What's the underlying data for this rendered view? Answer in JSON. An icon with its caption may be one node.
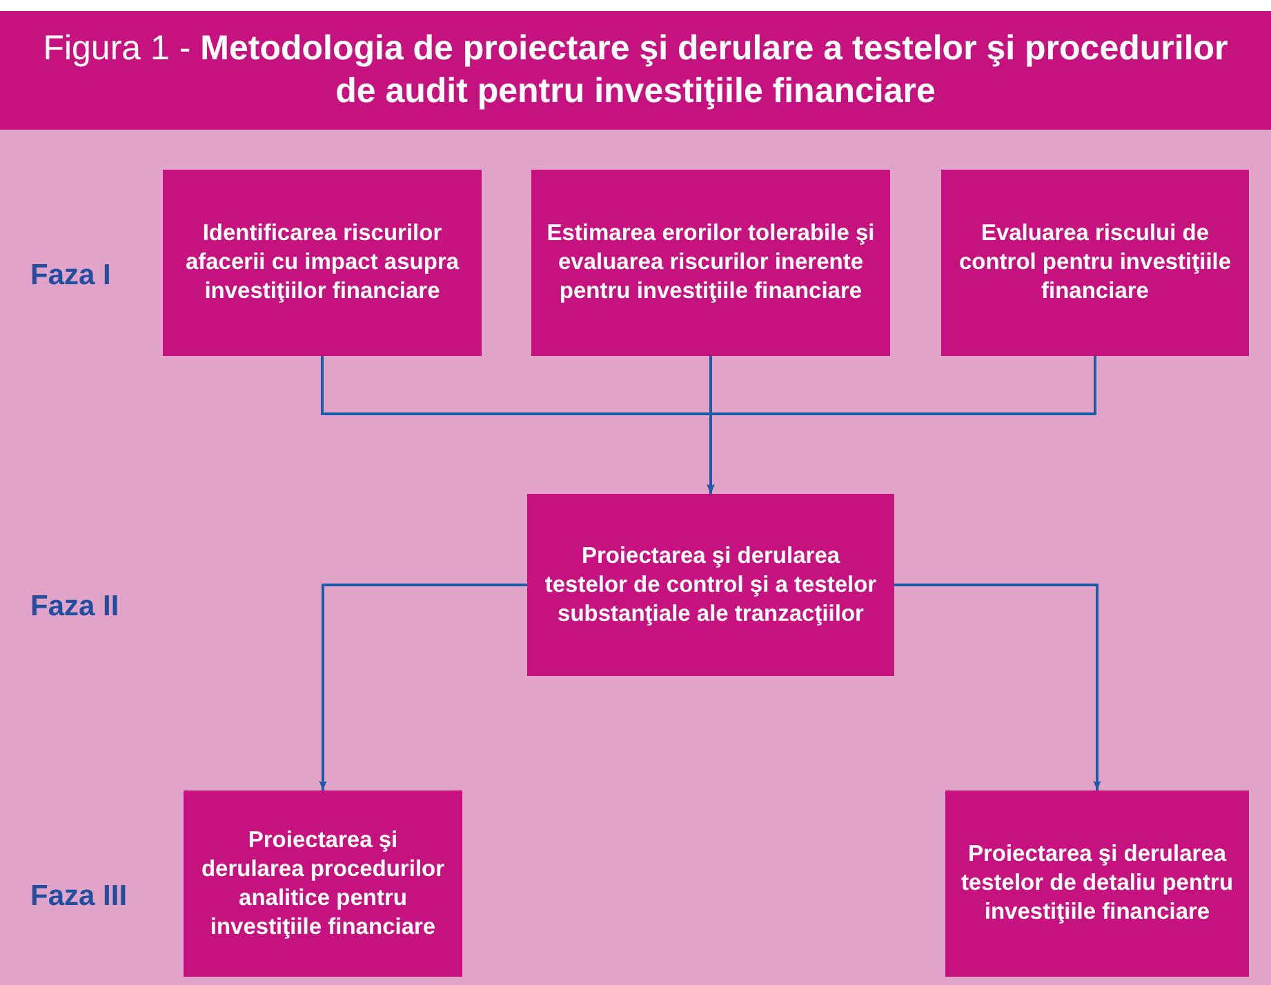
{
  "diagram": {
    "title": "Figura 1 - **Metodologia de proiectare şi derulare a testelor şi procedurilor de audit pentru investiţiile financiare**",
    "nodes": [
      {
        "text": [
          "Identificarea riscurilor afacerii cu impact asupra investiţiilor financiare"
        ]
      },
      {
        "text": [
          "Estimarea erorilor tolerabile şi evaluarea riscurilor inerente pentru investiţiile financiare"
        ]
      },
      {
        "text": [
          "Evaluarea riscului de control pentru investiţiile financiare"
        ]
      },
      {
        "text": [
          "Proiectarea şi derularea testelor de control şi a testelor substanţiale ale tranzacţiilor"
        ]
      },
      {
        "text": [
          "Proiectarea şi derularea procedurilor analitice pentru investiţiile financiare"
        ]
      },
      {
        "text": [
          "Proiectarea şi derularea testelor de detaliu pentru investiţiile financiare"
        ]
      }
    ],
    "edges": [
      {
        "from": 0,
        "to": 3,
        "arrow": "to"
      },
      {
        "from": 1,
        "to": 3,
        "arrow": "to"
      },
      {
        "from": 2,
        "to": 3,
        "arrow": "to"
      },
      {
        "from": 3,
        "to": 4,
        "arrow": "to"
      },
      {
        "from": 3,
        "to": 5,
        "arrow": "to"
      }
    ],
    "labels": [
      "Faza I",
      "Faza II",
      "Faza III"
    ]
  }
}
